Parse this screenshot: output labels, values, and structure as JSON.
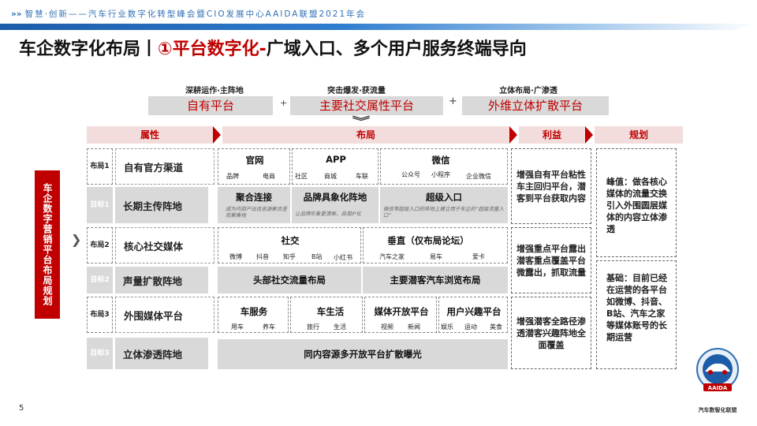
{
  "header": {
    "arrows": "»»",
    "tagline": "智慧·创新——汽车行业数字化转型峰会暨CIO发展中心AAIDA联盟2021年会"
  },
  "title": {
    "prefix": "车企数字化布局丨",
    "highlight": "①平台数字化-",
    "suffix": "广域入口、多个用户服务终端导向"
  },
  "top_boxes": [
    {
      "caption": "深耕运作·主阵地",
      "label": "自有平台"
    },
    {
      "caption": "突击爆发·获流量",
      "label": "主要社交属性平台"
    },
    {
      "caption": "立体布局·广渗透",
      "label": "外维立体扩散平台"
    }
  ],
  "plus": "+",
  "chevron_down": "︾",
  "categories": {
    "attr": "属性",
    "layout": "布局",
    "benefit": "利益",
    "plan": "规划"
  },
  "vertical_label": "车企数字营销平台布局规划",
  "side_chevron": "❯",
  "rows": [
    {
      "tag": "布局1",
      "name": "自有官方渠道"
    },
    {
      "tag": "目标1",
      "name": "长期主传阵地"
    },
    {
      "tag": "布局2",
      "name": "核心社交媒体"
    },
    {
      "tag": "目标2",
      "name": "声量扩散阵地"
    },
    {
      "tag": "布局3",
      "name": "外围媒体平台"
    },
    {
      "tag": "目标3",
      "name": "立体渗透阵地"
    }
  ],
  "row1": [
    {
      "title": "官网",
      "subs": [
        "品牌",
        "电商"
      ]
    },
    {
      "title": "APP",
      "subs": [
        "社区",
        "商城",
        "车联"
      ]
    },
    {
      "title": "微信",
      "subs": [
        "公众号",
        "小程序",
        "企业微信"
      ]
    }
  ],
  "row2": [
    {
      "title": "聚合连接",
      "note": "成为内部产出信息源聚合呈现聚集地"
    },
    {
      "title": "品牌具象化阵地",
      "note": "让品牌形象更清晰，自我IP化"
    },
    {
      "title": "超级入口",
      "note": "微信等超级入口的阵地上建立用于车企的“超级流量入口”"
    }
  ],
  "row3": [
    {
      "title": "社交",
      "subs": [
        "微博",
        "抖音",
        "知乎",
        "B站",
        "小红书"
      ]
    },
    {
      "title": "垂直（仅布局论坛）",
      "subs": [
        "汽车之家",
        "易车",
        "爱卡"
      ]
    }
  ],
  "row4": [
    "头部社交流量布局",
    "主要潜客汽车浏览布局"
  ],
  "row5": [
    {
      "title": "车服务",
      "subs": [
        "用车",
        "养车"
      ]
    },
    {
      "title": "车生活",
      "subs": [
        "旅行",
        "生活"
      ]
    },
    {
      "title": "媒体开放平台",
      "subs": [
        "视频",
        "新闻"
      ]
    },
    {
      "title": "用户兴趣平台",
      "subs": [
        "娱乐",
        "运动",
        "美食"
      ]
    }
  ],
  "row6": "同内容源多开放平台扩散曝光",
  "benefits": [
    "增强自有平台粘性车主回归平台，潜客到平台获取内容",
    "增强重点平台露出潜客重点覆盖平台微露出，抓取流量",
    "增强潜客全路径渗透潜客兴趣阵地全面覆盖"
  ],
  "plans": [
    "峰值：做各核心媒体的流量交换引入外围圆层媒体的内容立体渗透",
    "基础：目前已经在运营的各平台如微博、抖音、B站、汽车之家等媒体账号的长期运营"
  ],
  "page_number": "5",
  "logo": {
    "badge": "AAIDA",
    "name": "汽车数智化联盟"
  },
  "colors": {
    "accent_red": "#c00000",
    "brand_blue": "#2e6fb6",
    "gray_fill": "#d9d9d9"
  }
}
